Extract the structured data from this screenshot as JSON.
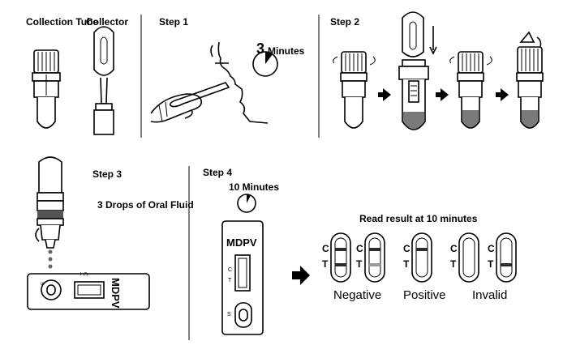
{
  "labels": {
    "collection_tube": "Collection Tube",
    "collector": "Collector",
    "step1": "Step 1",
    "step1_time_value": "3",
    "step1_time_unit": "Minutes",
    "step2": "Step 2",
    "step3": "Step 3",
    "step3_drops": "3 Drops of  Oral Fluid",
    "step4": "Step 4",
    "step4_time": "10 Minutes",
    "device_name": "MDPV",
    "device_c": "C",
    "device_t": "T",
    "device_s": "S",
    "read_result": "Read result at 10 minutes",
    "line_c": "C",
    "line_t": "T",
    "negative": "Negative",
    "positive": "Positive",
    "invalid": "Invalid"
  }
}
